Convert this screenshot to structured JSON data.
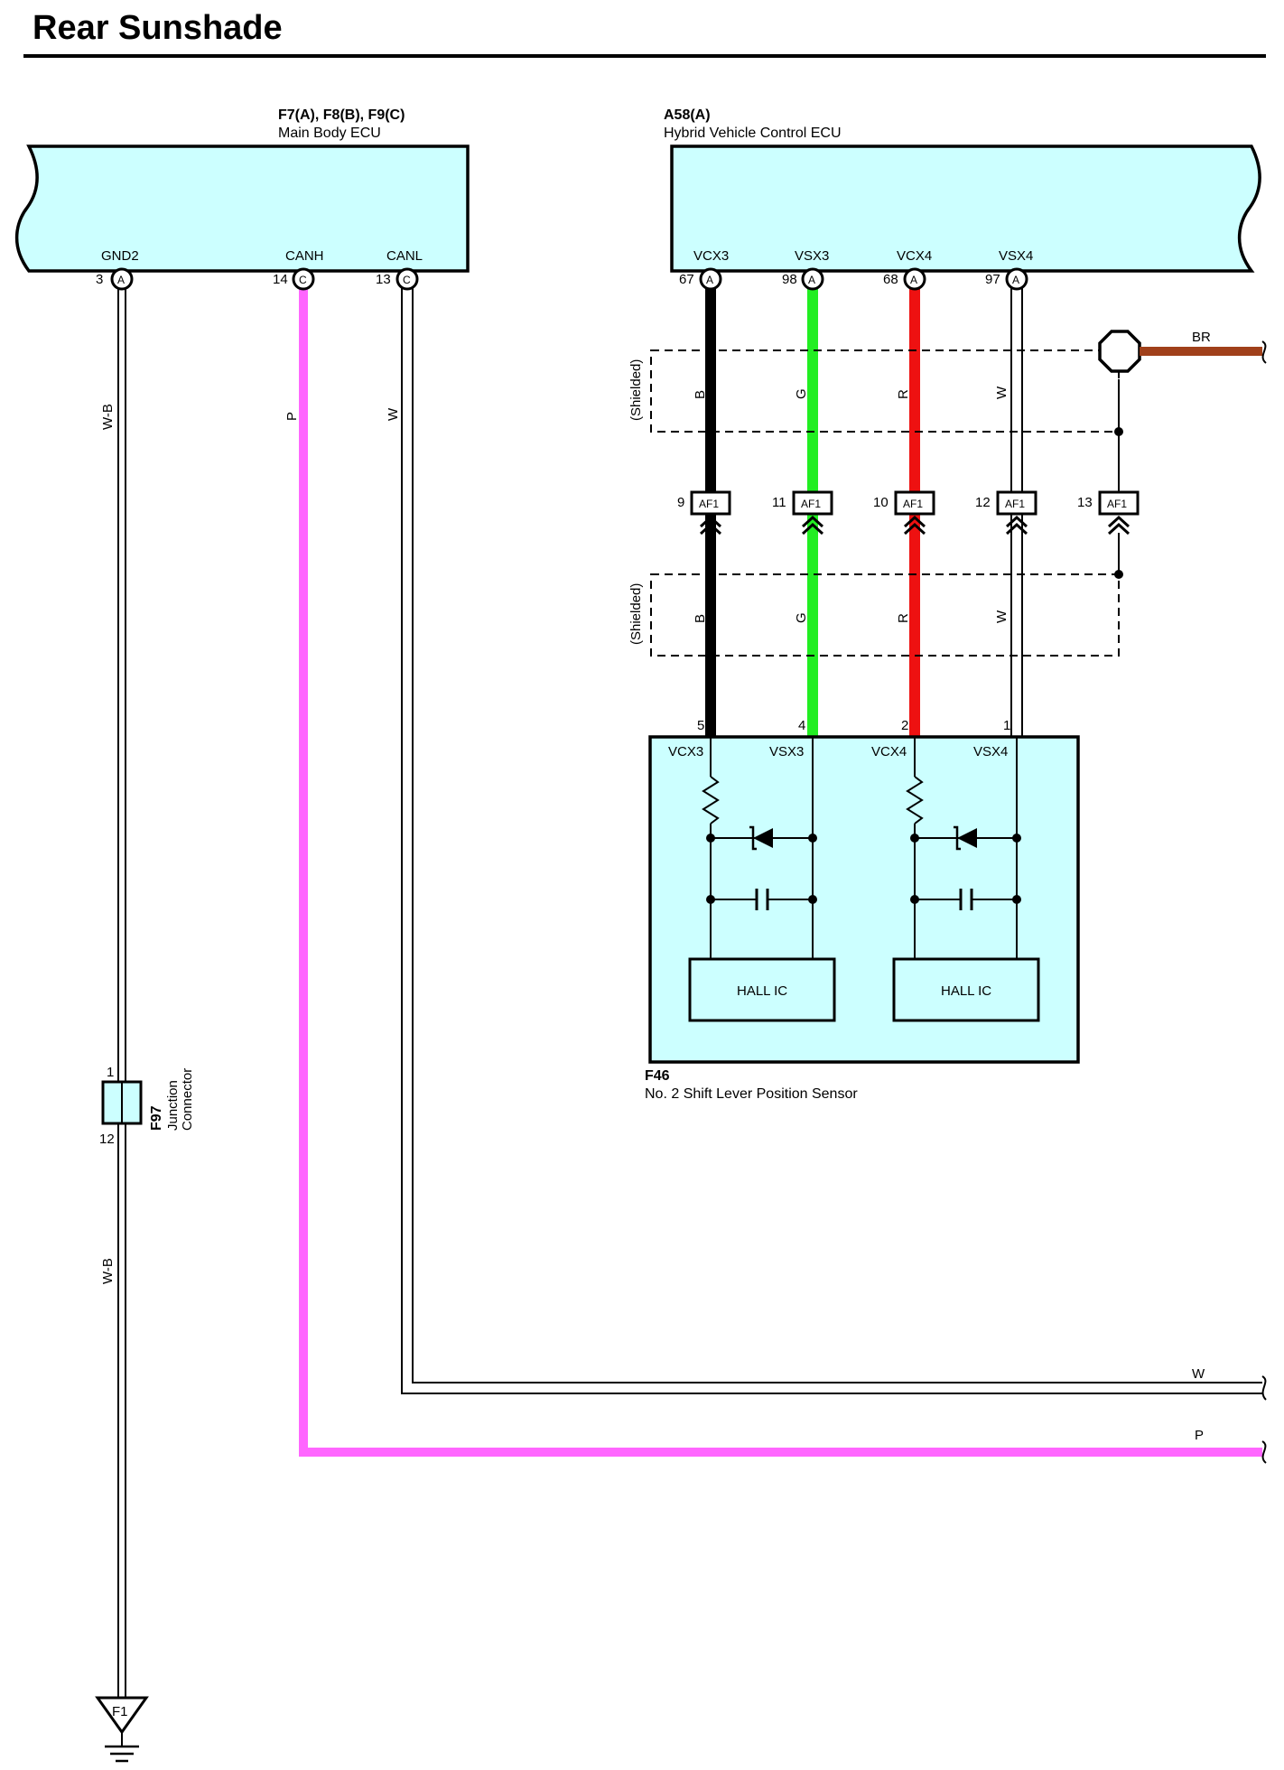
{
  "title": "Rear Sunshade",
  "colors": {
    "ecu_fill": "#ccffff",
    "wire_black": "#000000",
    "wire_green": "#22ee22",
    "wire_red": "#ee1111",
    "wire_pink": "#ff66ff",
    "wire_brown": "#a0401a"
  },
  "main_body_ecu": {
    "code": "F7(A), F8(B), F9(C)",
    "name": "Main Body ECU",
    "terminals": [
      {
        "name": "GND2",
        "pin": "3",
        "connector": "A",
        "wire": "W-B"
      },
      {
        "name": "CANH",
        "pin": "14",
        "connector": "C",
        "wire": "P"
      },
      {
        "name": "CANL",
        "pin": "13",
        "connector": "C",
        "wire": "W"
      }
    ]
  },
  "hv_ecu": {
    "code": "A58(A)",
    "name": "Hybrid Vehicle Control ECU",
    "terminals": [
      {
        "name": "VCX3",
        "pin": "67",
        "connector": "A",
        "wire": "B"
      },
      {
        "name": "VSX3",
        "pin": "98",
        "connector": "A",
        "wire": "G"
      },
      {
        "name": "VCX4",
        "pin": "68",
        "connector": "A",
        "wire": "R"
      },
      {
        "name": "VSX4",
        "pin": "97",
        "connector": "A",
        "wire": "W"
      }
    ]
  },
  "shield_label": "(Shielded)",
  "ground_wire": "BR",
  "af1": {
    "label": "AF1",
    "pins": [
      "9",
      "11",
      "10",
      "12",
      "13"
    ]
  },
  "sensor": {
    "code": "F46",
    "name": "No. 2 Shift Lever Position Sensor",
    "pins": [
      "5",
      "4",
      "2",
      "1"
    ],
    "terminals": [
      "VCX3",
      "VSX3",
      "VCX4",
      "VSX4"
    ],
    "ic_label": "HALL IC"
  },
  "junction": {
    "code": "F97",
    "name_line1": "Junction",
    "name_line2": "Connector",
    "pin_top": "1",
    "pin_bottom": "12",
    "wire_lower": "W-B"
  },
  "ground_point": "F1",
  "off_page": {
    "canl_wire": "W",
    "canh_wire": "P"
  }
}
